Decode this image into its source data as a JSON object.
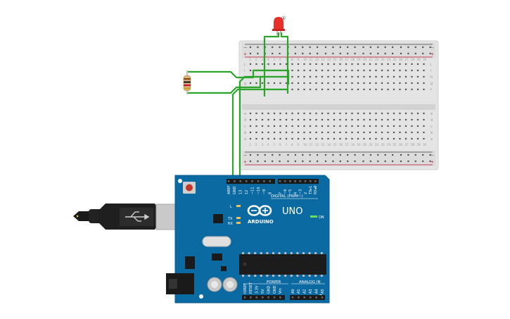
{
  "breadboard": {
    "columns": [
      "1",
      "2",
      "3",
      "4",
      "5",
      "6",
      "7",
      "8",
      "9",
      "10",
      "11",
      "12",
      "13",
      "14",
      "15",
      "16",
      "17",
      "18",
      "19",
      "20",
      "21",
      "22",
      "23",
      "24",
      "25",
      "26",
      "27",
      "28",
      "29",
      "30"
    ],
    "rows_top": [
      "j",
      "i",
      "h",
      "g",
      "f"
    ],
    "rows_bottom": [
      "e",
      "d",
      "c",
      "b",
      "a"
    ],
    "rail_minus": "−",
    "rail_plus": "+"
  },
  "arduino": {
    "board_name": "UNO",
    "brand": "ARDUINO",
    "digital_label": "DIGITAL (PWM~)",
    "on_label": "ON",
    "l_label": "L",
    "tx_label": "TX",
    "rx_label": "RX",
    "power_label": "POWER",
    "analog_label": "ANALOG IN",
    "header_top": [
      "AREF",
      "GND",
      "13",
      "12",
      "~11",
      "~10",
      "~9",
      "8",
      "7",
      "~6",
      "~5",
      "4",
      "~3",
      "2",
      "TX▸1",
      "RX◂0"
    ],
    "header_power": [
      "IOREF",
      "RESET",
      "3.3V",
      "5V",
      "GND",
      "GND",
      "Vin"
    ],
    "header_analog": [
      "A0",
      "A1",
      "A2",
      "A3",
      "A4",
      "A5"
    ]
  },
  "led": {
    "color": "#e8302a",
    "label": "①"
  },
  "resistor": {
    "bands": [
      "#8b4513",
      "#1a1a1a",
      "#c8102e",
      "#c9a227"
    ]
  },
  "wire_color": "#2aa52a"
}
